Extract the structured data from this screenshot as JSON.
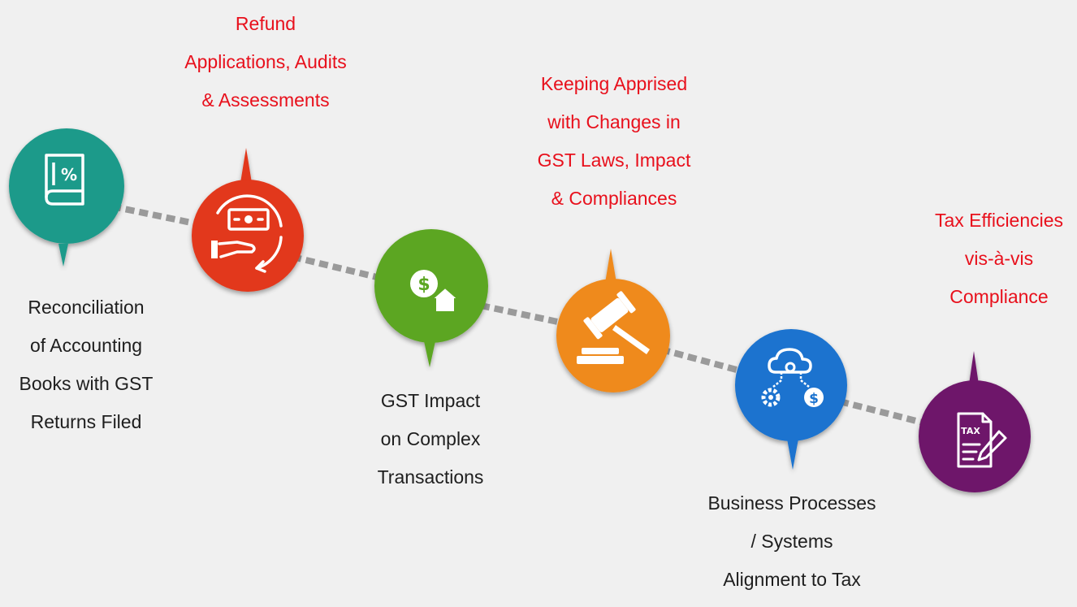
{
  "diagram": {
    "colors": {
      "teal": "#1f9a8a",
      "red": "#e2371a",
      "green": "#5ca623",
      "orange": "#ef8a1d",
      "blue": "#1a73cf",
      "purple": "#6e176a",
      "connector": "#9a9a9a",
      "label_dark": "#1e1e1e",
      "label_red": "#e8101c"
    },
    "nodes": [
      {
        "id": "reconciliation",
        "icon": "percent-book-icon",
        "color": "teal",
        "pointer": "down",
        "label_lines": [
          "Reconciliation",
          "of Accounting",
          "Books with GST",
          "Returns Filed"
        ],
        "label_tone": "dark"
      },
      {
        "id": "refund",
        "icon": "refund-cash-hand-icon",
        "color": "red",
        "pointer": "up",
        "label_lines": [
          "Refund",
          "Applications, Audits",
          "& Assessments"
        ],
        "label_tone": "red"
      },
      {
        "id": "gst-impact",
        "icon": "dollar-house-icon",
        "color": "green",
        "pointer": "down",
        "label_lines": [
          "GST Impact",
          "on Complex",
          "Transactions"
        ],
        "label_tone": "dark"
      },
      {
        "id": "laws",
        "icon": "gavel-icon",
        "color": "orange",
        "pointer": "up",
        "label_lines": [
          "Keeping Apprised",
          "with Changes in",
          "GST Laws, Impact",
          "& Compliances"
        ],
        "label_tone": "red"
      },
      {
        "id": "business",
        "icon": "cloud-gear-dollar-icon",
        "color": "blue",
        "pointer": "down",
        "label_lines": [
          "Business Processes",
          "/ Systems",
          "Alignment to Tax"
        ],
        "label_tone": "dark"
      },
      {
        "id": "tax-efficiency",
        "icon": "tax-document-pen-icon",
        "color": "purple",
        "pointer": "up",
        "label_lines": [
          "Tax Efficiencies",
          "vis-à-vis",
          "Compliance"
        ],
        "label_tone": "red"
      }
    ]
  }
}
